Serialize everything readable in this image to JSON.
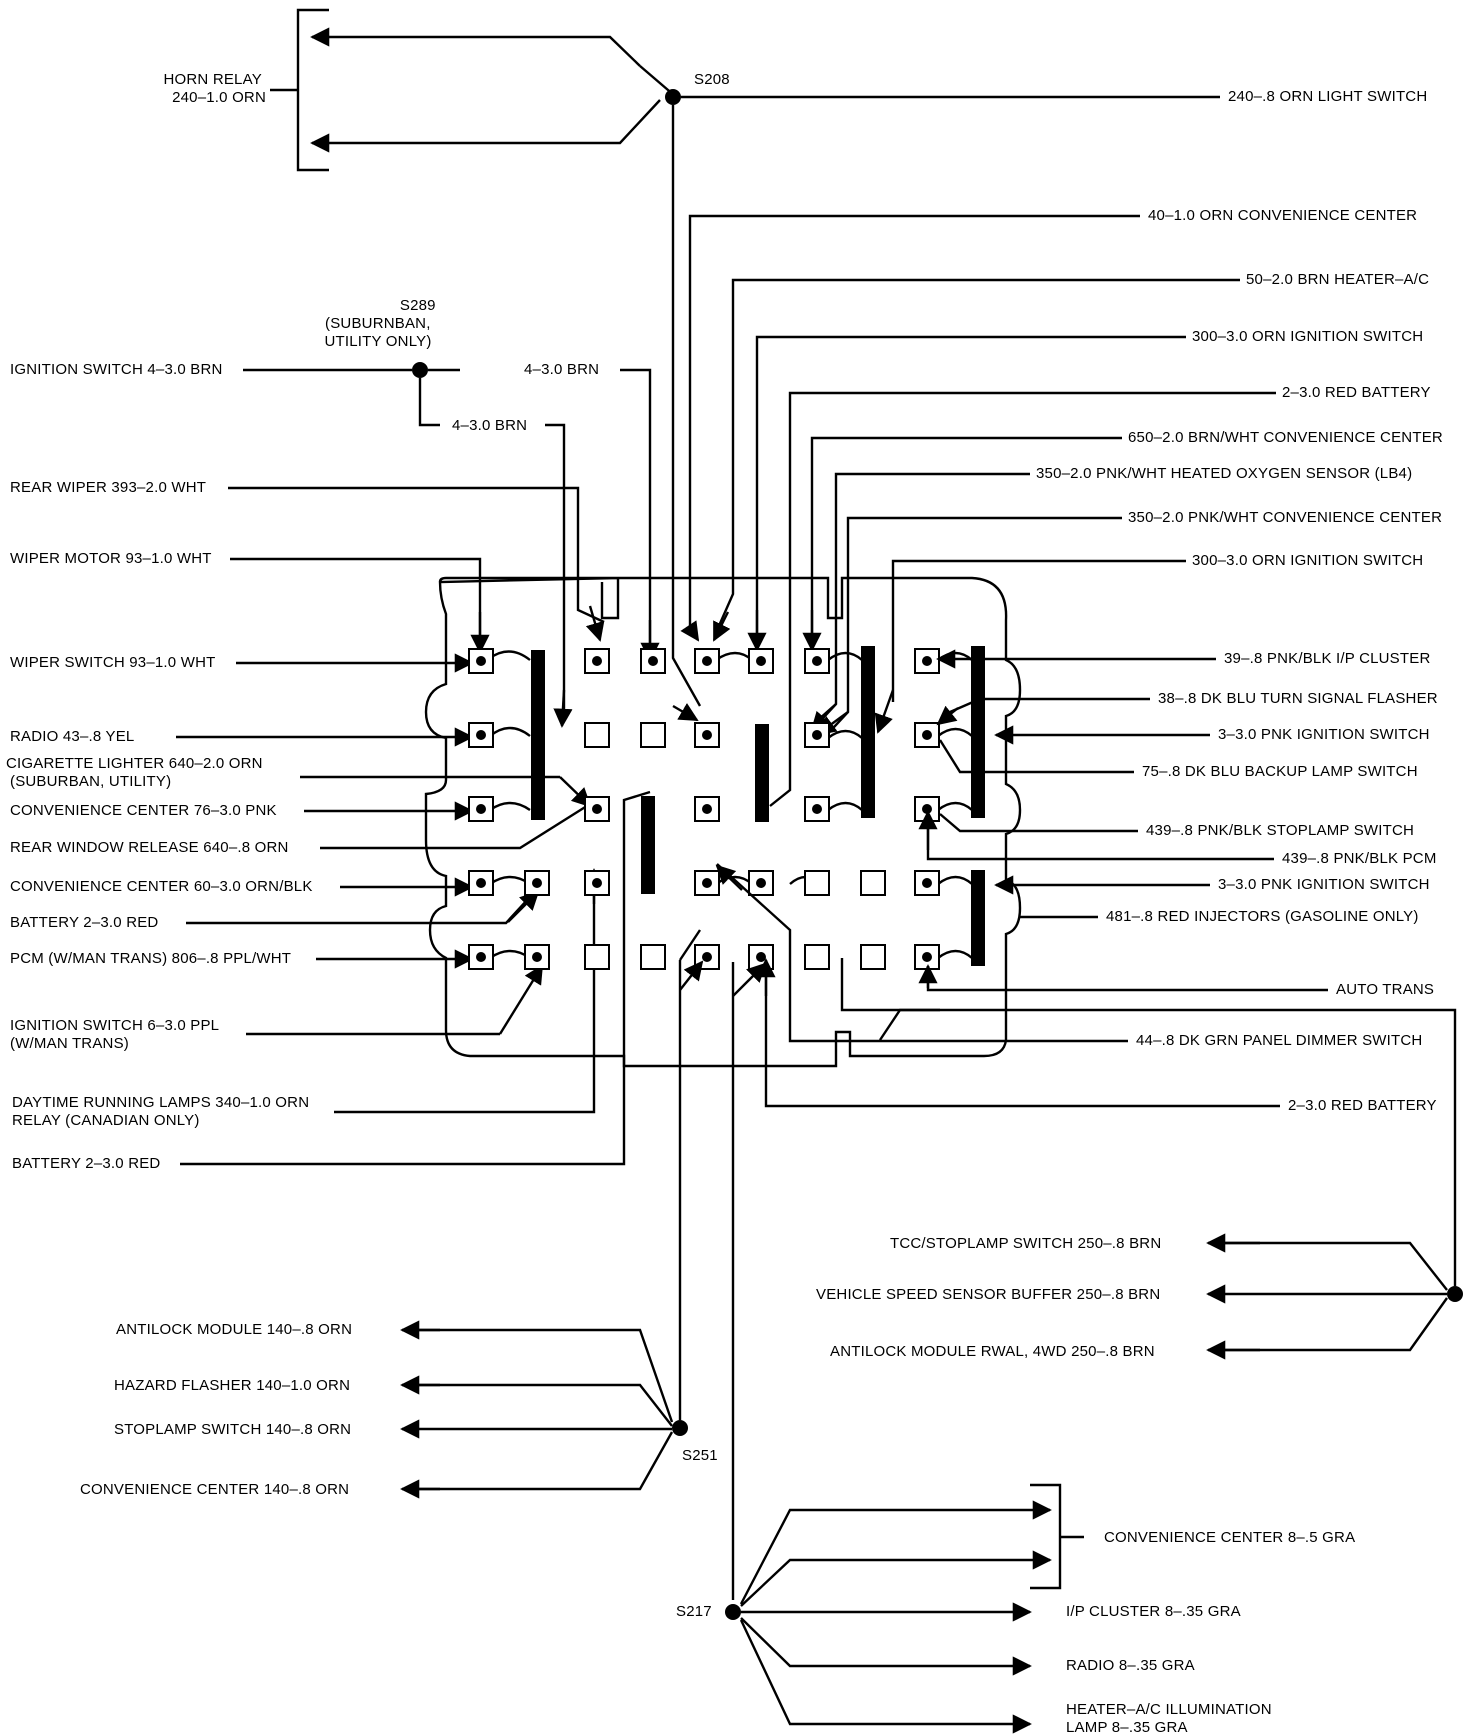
{
  "splices": {
    "s208": "S208",
    "s289": [
      "S289",
      "(SUBURNBAN,",
      "UTILITY ONLY)"
    ],
    "s251": "S251",
    "s217": "S217"
  },
  "labels": {
    "horn_relay": [
      "HORN RELAY",
      "240–1.0 ORN"
    ],
    "light_switch": "240–.8 ORN LIGHT SWITCH",
    "conv_center_40": "40–1.0 ORN CONVENIENCE CENTER",
    "heater_ac_50": "50–2.0 BRN HEATER–A/C",
    "ign_switch_300a": "300–3.0 ORN IGNITION SWITCH",
    "red_battery_2a": "2–3.0 RED BATTERY",
    "conv_center_650": "650–2.0 BRN/WHT CONVENIENCE CENTER",
    "heated_o2_350": "350–2.0 PNK/WHT HEATED OXYGEN SENSOR (LB4)",
    "conv_center_350": "350–2.0 PNK/WHT CONVENIENCE CENTER",
    "ign_switch_300b": "300–3.0 ORN IGNITION SWITCH",
    "ign_switch_4": "IGNITION SWITCH 4–3.0 BRN",
    "brn_4a": "4–3.0 BRN",
    "brn_4b": "4–3.0 BRN",
    "rear_wiper": "REAR WIPER 393–2.0 WHT",
    "wiper_motor": "WIPER MOTOR 93–1.0 WHT",
    "wiper_switch": "WIPER SWITCH 93–1.0 WHT",
    "radio_43": "RADIO 43–.8 YEL",
    "cig_lighter": [
      "CIGARETTE LIGHTER 640–2.0 ORN",
      "(SUBURBAN, UTILITY)"
    ],
    "conv_center_76": "CONVENIENCE CENTER 76–3.0 PNK",
    "rear_window": "REAR WINDOW RELEASE 640–.8 ORN",
    "conv_center_60": "CONVENIENCE CENTER 60–3.0 ORN/BLK",
    "battery_2a": "BATTERY 2–3.0 RED",
    "pcm_man": "PCM (W/MAN TRANS) 806–.8 PPL/WHT",
    "ign_switch_6": [
      "IGNITION SWITCH 6–3.0 PPL",
      "(W/MAN TRANS)"
    ],
    "drl": [
      "DAYTIME RUNNING LAMPS 340–1.0 ORN",
      "RELAY (CANADIAN ONLY)"
    ],
    "battery_2b": "BATTERY 2–3.0 RED",
    "ip_cluster_39": "39–.8 PNK/BLK I/P CLUSTER",
    "turn_flasher": "38–.8 DK BLU TURN SIGNAL FLASHER",
    "ign_switch_3a": "3–3.0 PNK IGNITION SWITCH",
    "backup_lamp": "75–.8 DK BLU BACKUP LAMP SWITCH",
    "stoplamp_439": "439–.8 PNK/BLK STOPLAMP SWITCH",
    "pcm_439": "439–.8 PNK/BLK PCM",
    "ign_switch_3b": "3–3.0 PNK IGNITION SWITCH",
    "injectors": "481–.8 RED INJECTORS (GASOLINE ONLY)",
    "auto_trans": "AUTO TRANS",
    "panel_dimmer": "44–.8 DK GRN PANEL DIMMER SWITCH",
    "red_battery_2b": "2–3.0 RED BATTERY",
    "tcc_stoplamp": "TCC/STOPLAMP SWITCH 250–.8 BRN",
    "vss_buffer": "VEHICLE SPEED SENSOR BUFFER 250–.8 BRN",
    "antilock_rwal": "ANTILOCK MODULE RWAL, 4WD 250–.8 BRN",
    "antilock_140": "ANTILOCK MODULE 140–.8 ORN",
    "hazard_140": "HAZARD FLASHER 140–1.0 ORN",
    "stoplamp_140": "STOPLAMP SWITCH 140–.8 ORN",
    "conv_center_140": "CONVENIENCE CENTER 140–.8 ORN",
    "conv_center_8": "CONVENIENCE CENTER 8–.5 GRA",
    "ip_cluster_8": "I/P CLUSTER 8–.35 GRA",
    "radio_8": "RADIO 8–.35 GRA",
    "heater_lamp": [
      "HEATER–A/C  ILLUMINATION",
      "LAMP 8–.35 GRA"
    ]
  }
}
